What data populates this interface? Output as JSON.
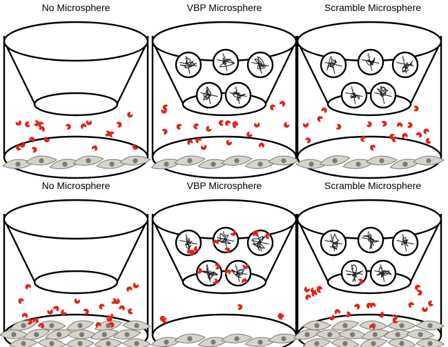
{
  "figure": {
    "rows": [
      {
        "panels": [
          {
            "title": "No Microsphere",
            "microspheres": false,
            "binding": "none",
            "cells": "sparse"
          },
          {
            "title": "VBP Microsphere",
            "microspheres": true,
            "binding": "none",
            "cells": "sparse"
          },
          {
            "title": "Scramble Microsphere",
            "microspheres": true,
            "binding": "none",
            "cells": "sparse"
          }
        ]
      },
      {
        "panels": [
          {
            "title": "No Microsphere",
            "microspheres": false,
            "binding": "none",
            "cells": "dense"
          },
          {
            "title": "VBP Microsphere",
            "microspheres": true,
            "binding": "heavy",
            "cells": "sparse"
          },
          {
            "title": "Scramble Microsphere",
            "microspheres": true,
            "binding": "light",
            "cells": "dense"
          }
        ]
      }
    ],
    "colors": {
      "outline": "#000000",
      "particle": "#e0241b",
      "cell_fill": "#d6d4c9",
      "cell_stroke": "#777777",
      "nucleus": "#7a7a7a",
      "sphere_fill": "#ffffff"
    },
    "icons": [
      "transwell-insert",
      "microsphere",
      "growth-factor-particle",
      "cell"
    ]
  }
}
